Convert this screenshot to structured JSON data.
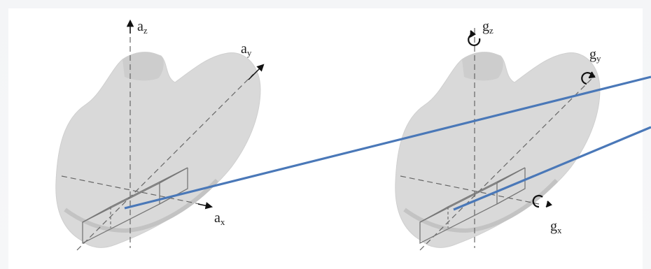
{
  "accelerometer_labels": {
    "z": {
      "main": "a",
      "sub": "z"
    },
    "y": {
      "main": "a",
      "sub": "y"
    },
    "x": {
      "main": "a",
      "sub": "x"
    }
  },
  "gyroscope_labels": {
    "z": {
      "main": "g",
      "sub": "z"
    },
    "y": {
      "main": "g",
      "sub": "y"
    },
    "x": {
      "main": "g",
      "sub": "x"
    }
  },
  "colors": {
    "shoe_fill": "#d9d9d9",
    "shoe_shadow": "#c7c7c7",
    "axis": "#555555",
    "sensor_line": "#4a78b8"
  }
}
